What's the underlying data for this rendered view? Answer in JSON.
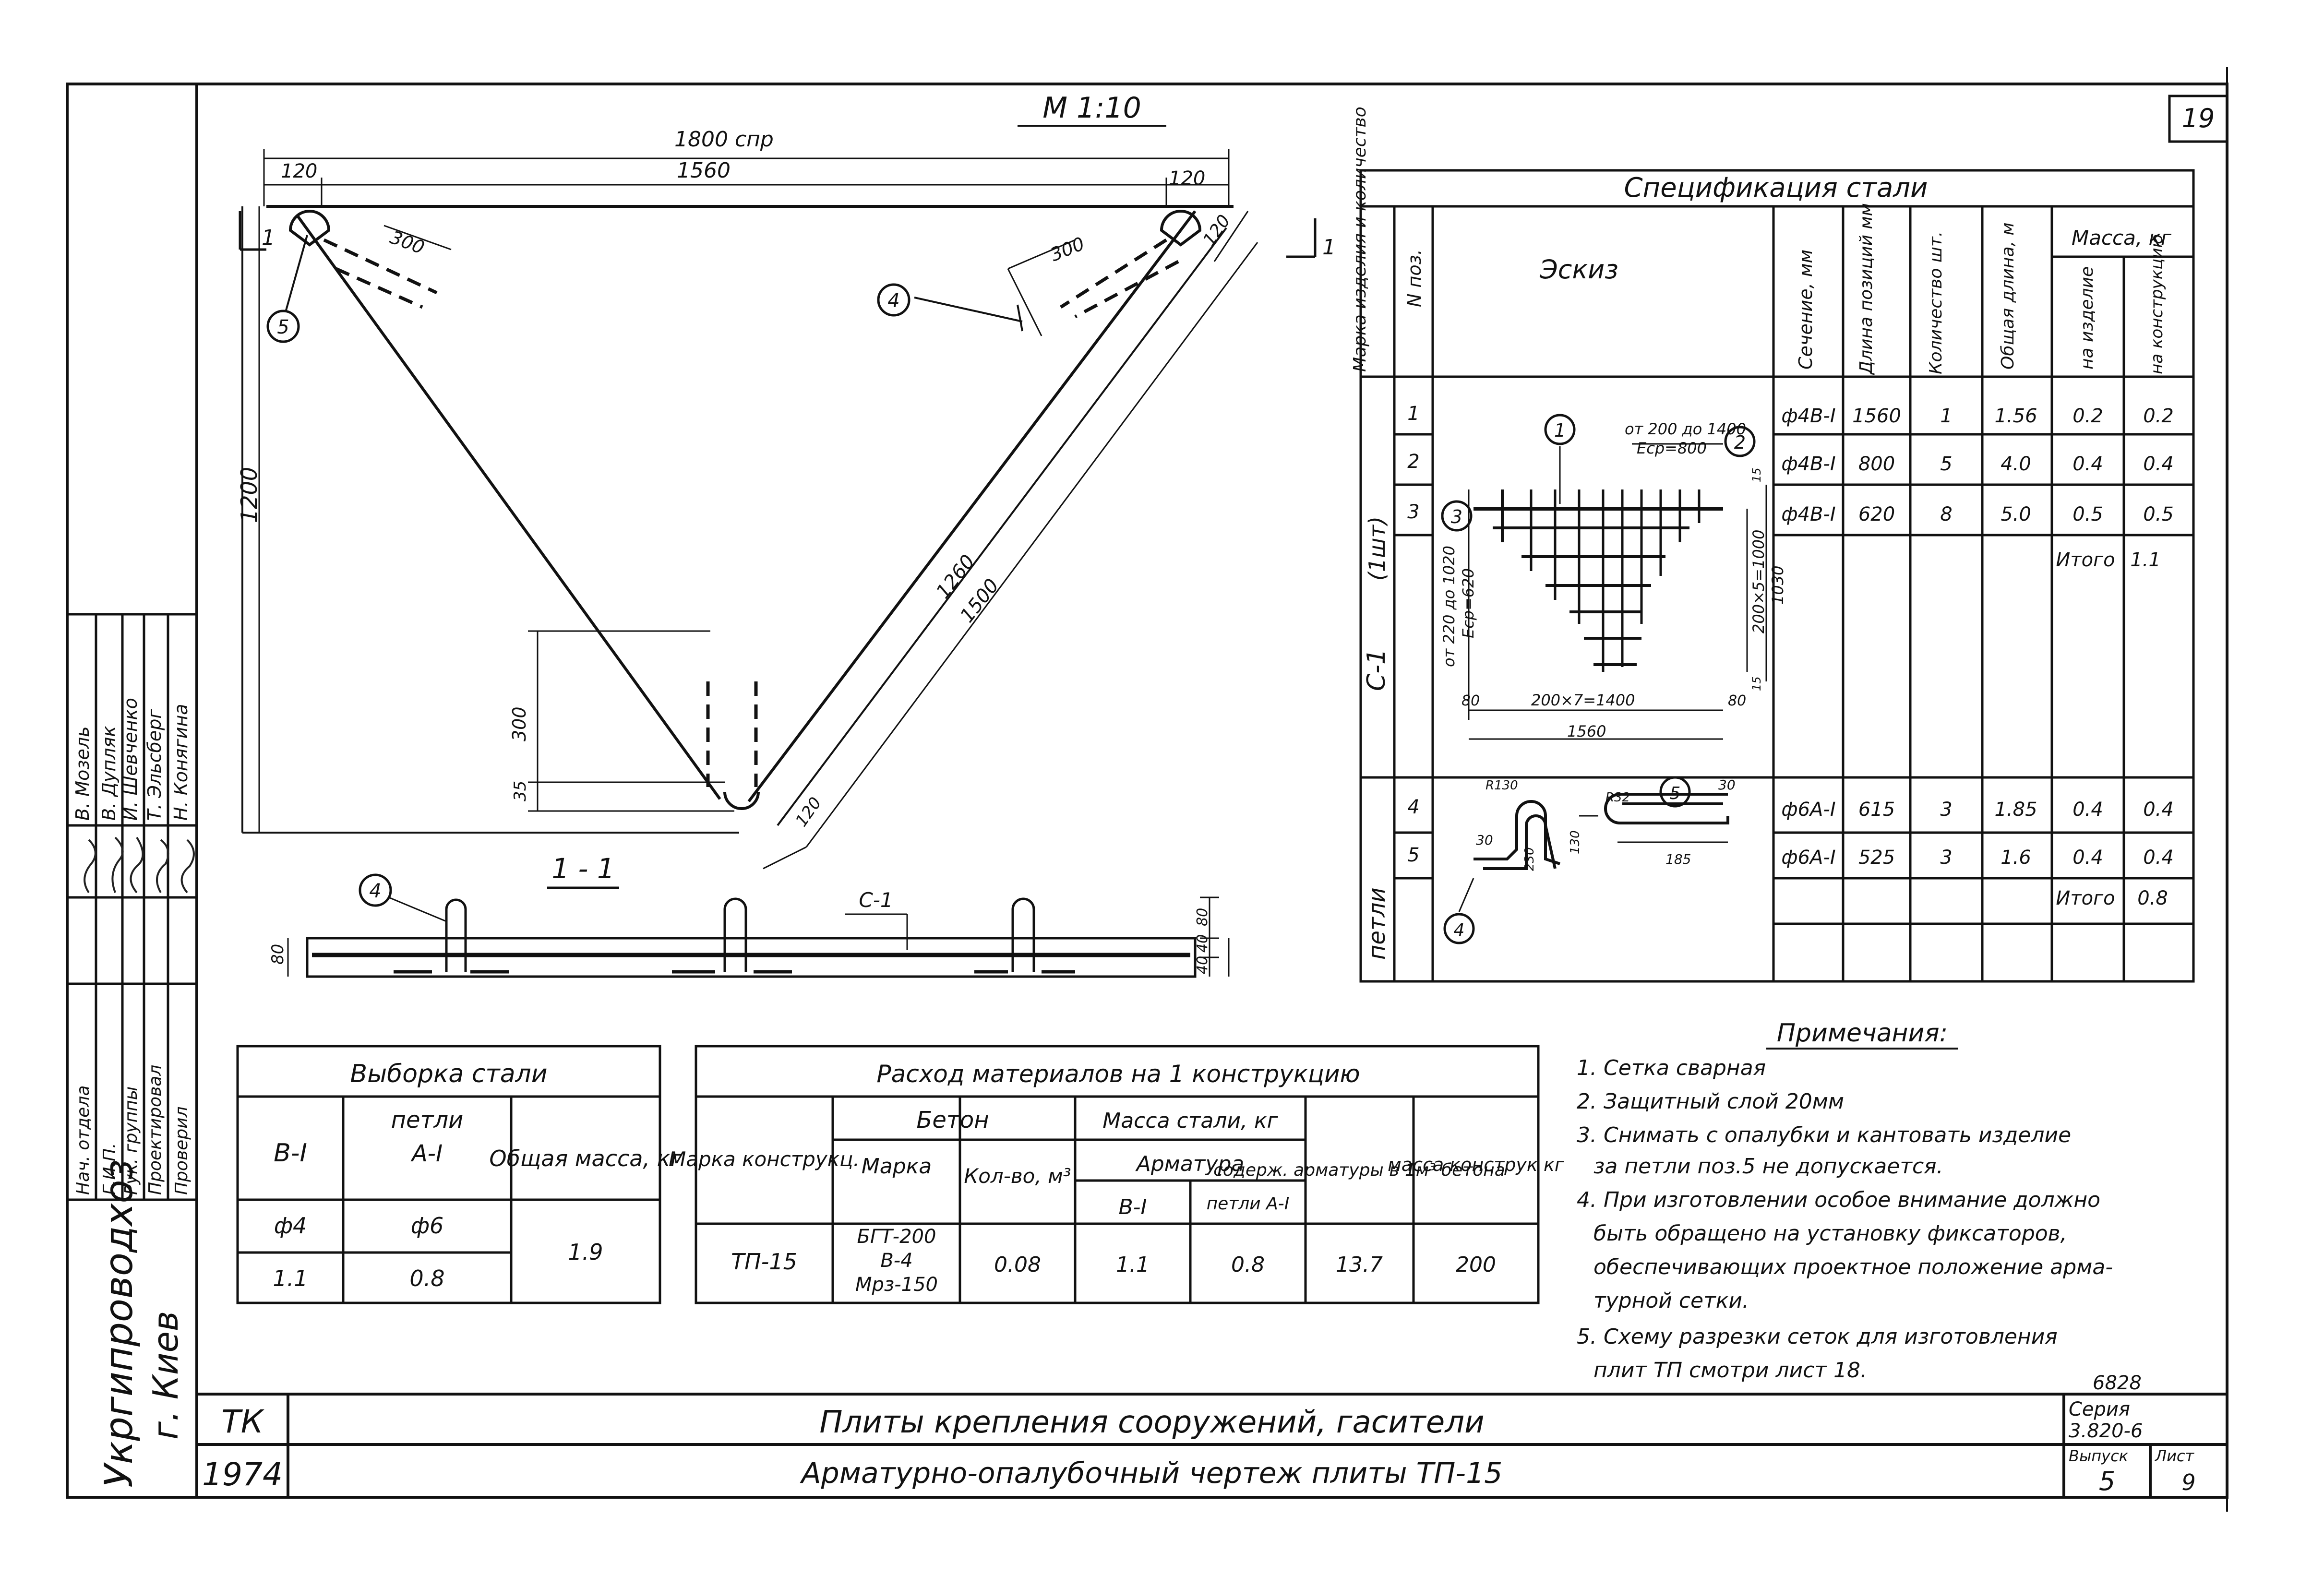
{
  "sheet": {
    "page_number": "19",
    "scale": "М 1:10",
    "org": "Укргипроводхоз",
    "city": "г. Киев",
    "code_tk": "ТК",
    "year": "1974",
    "title_line1": "Плиты крепления сооружений, гасители",
    "title_line2": "Арматурно-опалубочный чертеж плиты ТП-15",
    "series_label": "Серия",
    "series_value": "3.820-6",
    "archive_no": "6828",
    "issue_label": "Выпуск",
    "issue_value": "5",
    "sheet_label": "Лист",
    "sheet_value": "9"
  },
  "stamp": {
    "roles": [
      "Нач. отдела",
      "Г.И.П.",
      "Рук. группы",
      "Проектировал",
      "Проверил"
    ],
    "names": [
      "В. Мозель",
      "В. Дупляк",
      "И. Шевченко",
      "Т. Эльсберг",
      "Н. Конягина"
    ]
  },
  "plan": {
    "dim_total": "1800 спр",
    "dim_mid": "1560",
    "dim_left": "120",
    "dim_right": "120",
    "dim_height": "1200",
    "dim_300_a": "300",
    "dim_300_b": "300",
    "dim_300_c": "300",
    "dim_35": "35",
    "dim_120_side": "120",
    "dim_120_bottom": "120",
    "dim_1260": "1260",
    "dim_1500": "1500",
    "cut_mark_left": "1",
    "cut_mark_right": "1",
    "callout_4": "4",
    "callout_5": "5"
  },
  "section": {
    "title": "1 - 1",
    "label_c1": "С-1",
    "callout_4": "4",
    "dim_80": "80",
    "dim_40a": "40",
    "dim_40b": "40",
    "dim_80b": "80"
  },
  "spec": {
    "title": "Спецификация стали",
    "headers": {
      "mark": "Марка изделия и количество",
      "pos": "N поз.",
      "sketch": "Эскиз",
      "section": "Сечение, мм",
      "length": "Длина позиций мм",
      "qty": "Количество шт.",
      "total_length": "Общая длина, м",
      "mass": "Масса, кг",
      "mass_item": "на изделие",
      "mass_constr": "на конструкцию"
    },
    "group1_label": "С-1",
    "group1_qty": "(1шт)",
    "group2_label": "петли",
    "rows": [
      {
        "pos": "1",
        "section": "ф4В-I",
        "length": "1560",
        "qty": "1",
        "total": "1.56",
        "m1": "0.2",
        "m2": "0.2"
      },
      {
        "pos": "2",
        "section": "ф4В-I",
        "length": "800",
        "qty": "5",
        "total": "4.0",
        "m1": "0.4",
        "m2": "0.4"
      },
      {
        "pos": "3",
        "section": "ф4В-I",
        "length": "620",
        "qty": "8",
        "total": "5.0",
        "m1": "0.5",
        "m2": "0.5"
      }
    ],
    "itogo1_label": "Итого",
    "itogo1_value": "1.1",
    "rows2": [
      {
        "pos": "4",
        "section": "ф6А-I",
        "length": "615",
        "qty": "3",
        "total": "1.85",
        "m1": "0.4",
        "m2": "0.4"
      },
      {
        "pos": "5",
        "section": "ф6А-I",
        "length": "525",
        "qty": "3",
        "total": "1.6",
        "m1": "0.4",
        "m2": "0.4"
      }
    ],
    "itogo2_label": "Итого",
    "itogo2_value": "0.8",
    "sketch1": {
      "note_top": "от 200 до 1400",
      "note_top2": "Еср=800",
      "note_side": "от 220 до 1020",
      "note_side2": "Еср=620",
      "dim_right": "200×5=1000",
      "dim_1030": "1030",
      "dim_bottom": "200×7=1400",
      "dim_1560": "1560",
      "dim_80a": "80",
      "dim_80b": "80",
      "dim_15a": "15",
      "dim_15b": "15",
      "c1": "1",
      "c2": "2",
      "c3": "3"
    },
    "sketch2": {
      "r30": "R130",
      "r32": "R32",
      "d30a": "30",
      "d30b": "30",
      "d230": "230",
      "d130": "130",
      "d185": "185",
      "c4": "4",
      "c5": "5"
    }
  },
  "vyborka": {
    "title": "Выборка стали",
    "col1": "В-I",
    "col2_top": "петли",
    "col2": "А-I",
    "col3": "Общая масса, кг",
    "r1c1": "ф4",
    "r1c2": "ф6",
    "r2c1": "1.1",
    "r2c2": "0.8",
    "total": "1.9"
  },
  "materials": {
    "title": "Расход материалов на 1 конструкцию",
    "h_mark": "Марка конструкц.",
    "h_beton": "Бетон",
    "h_beton_mark": "Марка",
    "h_beton_qty": "Кол-во, м³",
    "h_steel": "Масса стали, кг",
    "h_armatura": "Арматура",
    "h_b1": "В-I",
    "h_a1": "петли А-I",
    "h_content": "содерж. арматуры в 1м³ бетона",
    "h_mass": "масса конструк кг",
    "mark": "ТП-15",
    "beton_mark1": "БГТ-200",
    "beton_mark2": "В-4",
    "beton_mark3": "Мрз-150",
    "beton_qty": "0.08",
    "b1": "1.1",
    "a1": "0.8",
    "content": "13.7",
    "mass": "200"
  },
  "notes": {
    "title": "Примечания:",
    "items": [
      "1. Сетка сварная",
      "2. Защитный слой 20мм",
      "3. Снимать с опалубки и кантовать изделие",
      "за петли поз.5 не допускается.",
      "4. При изготовлении особое внимание должно",
      "быть обращено на установку фиксаторов,",
      "обеспечивающих проектное положение арма-",
      "турной сетки.",
      "5. Схему разрезки сеток для изготовления",
      "плит ТП смотри лист 18."
    ]
  }
}
